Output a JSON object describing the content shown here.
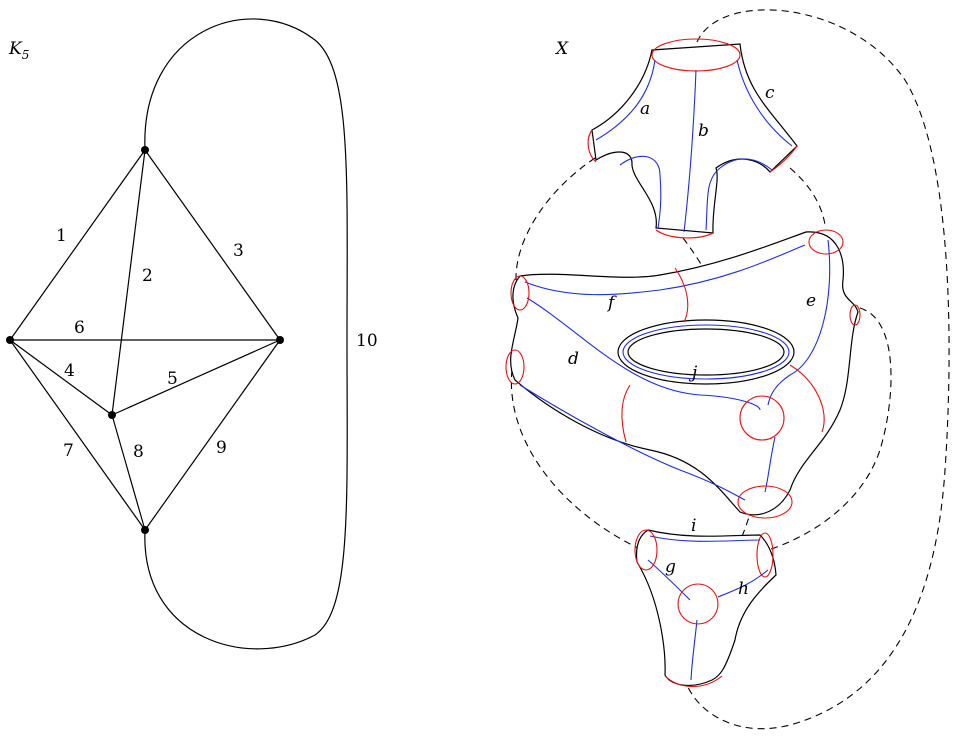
{
  "left_figure": {
    "title_main": "K",
    "title_sub": "5",
    "edge_labels": [
      "1",
      "2",
      "3",
      "4",
      "5",
      "6",
      "7",
      "8",
      "9",
      "10"
    ]
  },
  "right_figure": {
    "title": "X",
    "curve_labels": [
      "a",
      "b",
      "c",
      "d",
      "e",
      "f",
      "g",
      "h",
      "i",
      "j"
    ]
  },
  "colors": {
    "edges": "#000000",
    "curves_blue": "#1f2fd8",
    "curves_red": "#e01414"
  }
}
